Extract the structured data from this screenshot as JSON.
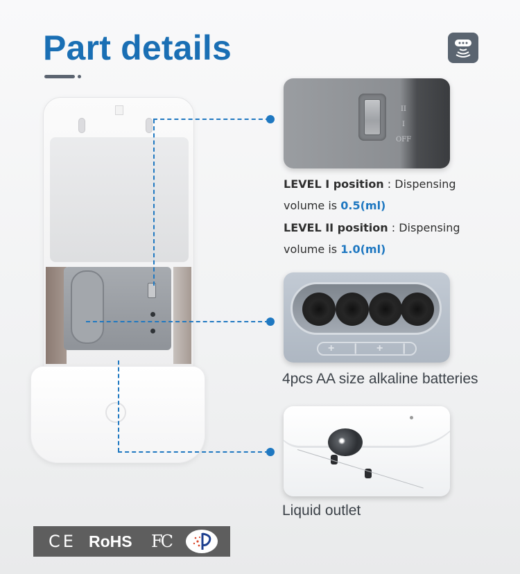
{
  "header": {
    "title": "Part details",
    "badge_icon": "touchless-sensor-icon"
  },
  "colors": {
    "title_blue": "#1a6fb4",
    "accent_blue": "#1f78c1",
    "badge_gray": "#5a6470",
    "cert_bar": "#5e5e5e"
  },
  "callouts": [
    {
      "id": "switch",
      "image_label": "Level switch photo",
      "switch_marks": [
        "II",
        "I",
        "OFF"
      ],
      "lines": [
        {
          "label": "LEVEL I position",
          "sep": " : ",
          "text": "Dispensing",
          "text2": "volume is ",
          "value": "0.5(ml)"
        },
        {
          "label": "LEVEL II position",
          "sep": " : ",
          "text": "Dispensing",
          "text2": "volume is ",
          "value": "1.0(ml)"
        }
      ]
    },
    {
      "id": "battery",
      "image_label": "Battery compartment photo",
      "polarity": [
        "+",
        "|",
        "+",
        "|"
      ],
      "caption": "4pcs AA size alkaline batteries"
    },
    {
      "id": "outlet",
      "image_label": "Liquid outlet photo",
      "caption": "Liquid outlet"
    }
  ],
  "certifications": [
    {
      "name": "CE",
      "label": "CE"
    },
    {
      "name": "RoHS",
      "label": "RoHS"
    },
    {
      "name": "FCC",
      "label": "FC"
    },
    {
      "name": "quality-mark",
      "label": ""
    }
  ]
}
